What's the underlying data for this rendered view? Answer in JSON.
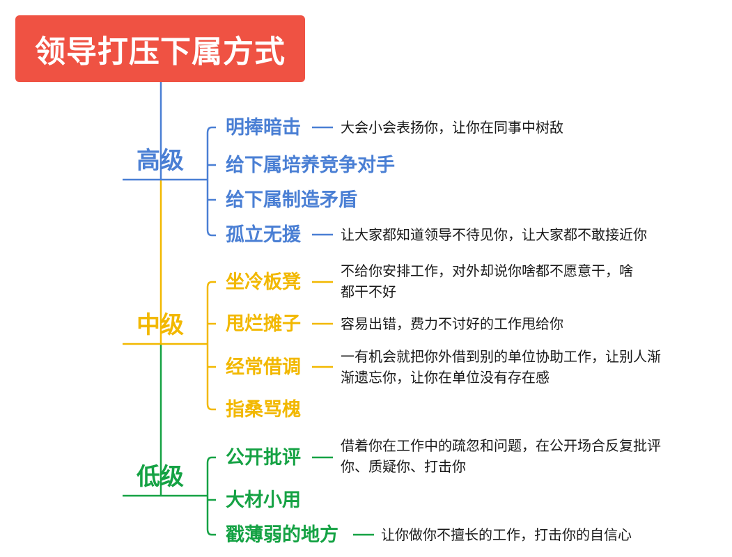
{
  "title": "领导打压下属方式",
  "colors": {
    "title_bg": "#ef5243",
    "high": "#4a7fd4",
    "mid": "#f2b800",
    "low": "#15a244"
  },
  "levels": [
    {
      "label": "高级",
      "branches": [
        {
          "label": "明捧暗击",
          "desc": [
            "大会小会表扬你，让你在同事中树敌"
          ]
        },
        {
          "label": "给下属培养竞争对手",
          "desc": []
        },
        {
          "label": "给下属制造矛盾",
          "desc": []
        },
        {
          "label": "孤立无援",
          "desc": [
            "让大家都知道领导不待见你，让大家都不敢接近你"
          ]
        }
      ]
    },
    {
      "label": "中级",
      "branches": [
        {
          "label": "坐冷板凳",
          "desc": [
            "不给你安排工作，对外却说你啥都不愿意干，啥",
            "都干不好"
          ]
        },
        {
          "label": "甩烂摊子",
          "desc": [
            "容易出错，费力不讨好的工作甩给你"
          ]
        },
        {
          "label": "经常借调",
          "desc": [
            "一有机会就把你外借到别的单位协助工作，让别人渐",
            "渐遗忘你，让你在单位没有存在感"
          ]
        },
        {
          "label": "指桑骂槐",
          "desc": []
        }
      ]
    },
    {
      "label": "低级",
      "branches": [
        {
          "label": "公开批评",
          "desc": [
            "借着你在工作中的疏忽和问题，在公开场合反复批评",
            "你、质疑你、打击你"
          ]
        },
        {
          "label": "大材小用",
          "desc": []
        },
        {
          "label": "戳薄弱的地方",
          "desc": [
            "让你做你不擅长的工作，打击你的自信心"
          ]
        }
      ]
    }
  ]
}
